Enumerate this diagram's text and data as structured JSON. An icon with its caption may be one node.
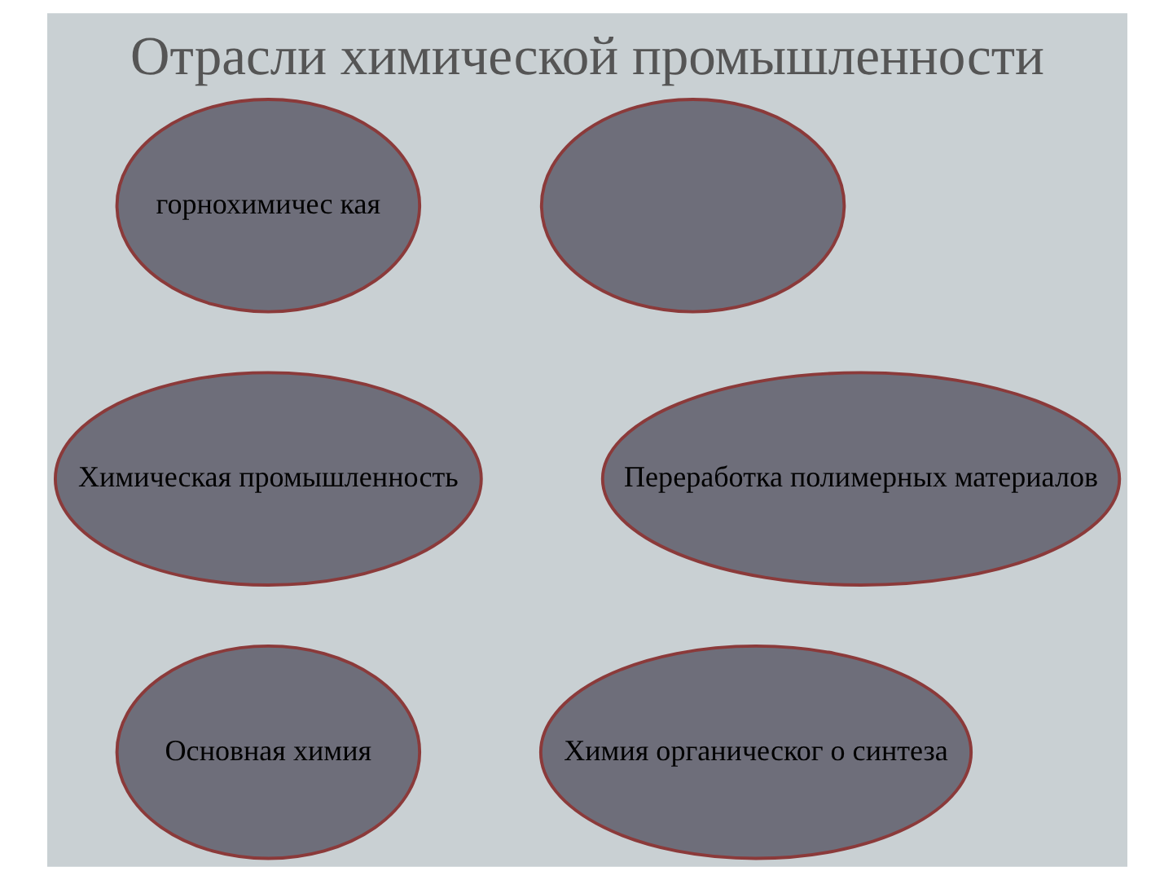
{
  "diagram": {
    "title": "Отрасли химической промышленности",
    "nodes": [
      {
        "text": [
          "горнохимичес кая"
        ]
      },
      {
        "text": [],
        "shape": "ellipse"
      },
      {
        "text": [
          "Химическая промышленность"
        ]
      },
      {
        "text": [
          "Переработка полимерных материалов"
        ]
      },
      {
        "text": [
          "Основная химия"
        ]
      },
      {
        "text": [
          "Химия органическог о синтеза"
        ]
      }
    ]
  }
}
